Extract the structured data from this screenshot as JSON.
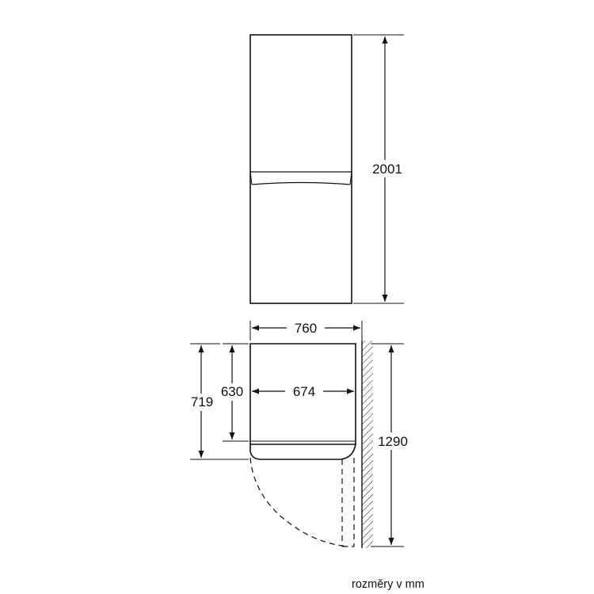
{
  "dimensions": {
    "height_total": "2001",
    "width_outer": "760",
    "width_inner": "674",
    "depth_body": "630",
    "depth_with_door": "719",
    "depth_door_open": "1290"
  },
  "footer": {
    "unit_note": "rozměry v mm"
  },
  "colors": {
    "stroke": "#111111",
    "background": "#ffffff"
  }
}
